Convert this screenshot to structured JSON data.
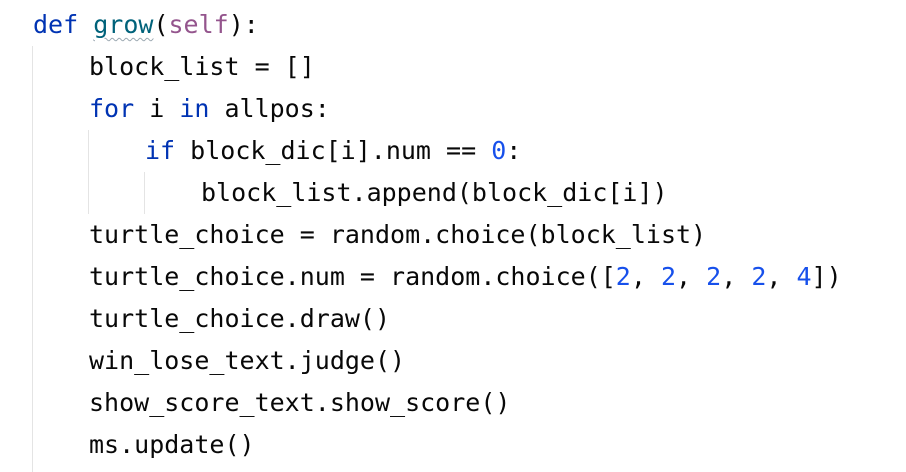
{
  "editor": {
    "colors": {
      "background": "#ffffff",
      "keyword": "#0033b3",
      "function_name": "#00627a",
      "self": "#94558d",
      "number": "#1750eb",
      "text": "#080808",
      "indent_guide": "#e4e4e4"
    },
    "lines": {
      "l1": {
        "kw": "def",
        "sp": " ",
        "name": "grow",
        "open": "(",
        "self": "self",
        "close": "):"
      },
      "l2": {
        "text": "block_list = []"
      },
      "l3": {
        "kw1": "for",
        "mid": " i ",
        "kw2": "in",
        "rest": " allpos:"
      },
      "l4": {
        "kw": "if",
        "mid": " block_dic[i].num == ",
        "num": "0",
        "end": ":"
      },
      "l5": {
        "text": "block_list.append(block_dic[i])"
      },
      "l6": {
        "text": "turtle_choice = random.choice(block_list)"
      },
      "l7": {
        "pre": "turtle_choice.num = random.choice([",
        "n1": "2",
        "c1": ", ",
        "n2": "2",
        "c2": ", ",
        "n3": "2",
        "c3": ", ",
        "n4": "2",
        "c4": ", ",
        "n5": "4",
        "post": "])"
      },
      "l8": {
        "text": "turtle_choice.draw()"
      },
      "l9": {
        "text": "win_lose_text.judge()"
      },
      "l10": {
        "text": "show_score_text.show_score()"
      },
      "l11": {
        "text": "ms.update()"
      }
    }
  }
}
